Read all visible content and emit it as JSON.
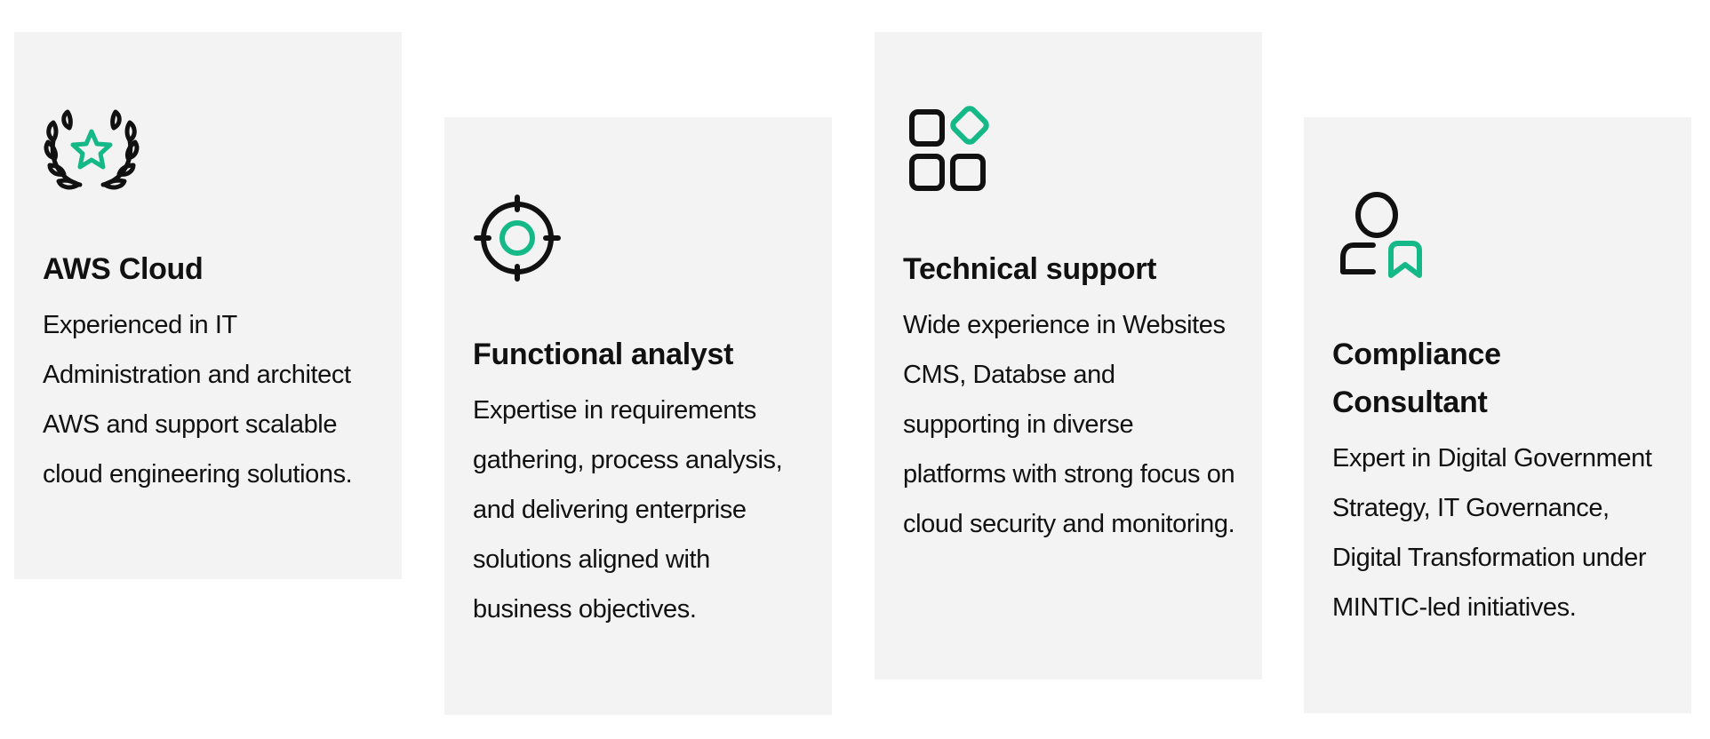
{
  "colors": {
    "accent": "#14b987",
    "card_bg": "#f3f3f3",
    "text": "#111111"
  },
  "cards": [
    {
      "icon": "laurel-star-icon",
      "title": "AWS Cloud",
      "description": "Experienced in IT Administration and architect AWS and support scalable cloud engineering solutions."
    },
    {
      "icon": "target-crosshair-icon",
      "title": "Functional analyst",
      "description": "Expertise in requirements gathering, process analysis, and delivering enterprise solutions aligned with business objectives."
    },
    {
      "icon": "apps-grid-icon",
      "title": "Technical support",
      "description": "Wide experience in Websites CMS, Databse and supporting in diverse platforms with strong focus on cloud security and monitoring."
    },
    {
      "icon": "user-bookmark-icon",
      "title": "Compliance Consultant",
      "description": "Expert in Digital Government Strategy, IT Governance, Digital Transformation under MINTIC-led initiatives."
    }
  ]
}
